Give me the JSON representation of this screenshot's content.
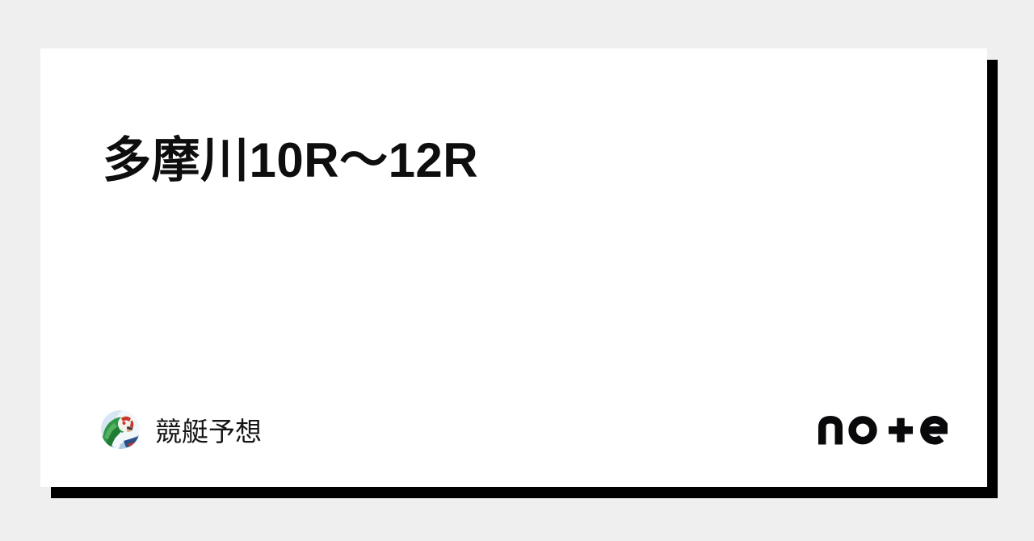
{
  "theme": {
    "page_background": "#efefef",
    "card_background": "#ffffff",
    "shadow_color": "#000000",
    "title_color": "#0e0e0e",
    "author_color": "#151515",
    "logo_color": "#09090b"
  },
  "card": {
    "title": "多摩川10R〜12R",
    "author": {
      "name": "競艇予想",
      "avatar_icon": "boat-racer-avatar"
    },
    "brand": {
      "name": "note",
      "logo_icon": "note-wordmark"
    }
  }
}
